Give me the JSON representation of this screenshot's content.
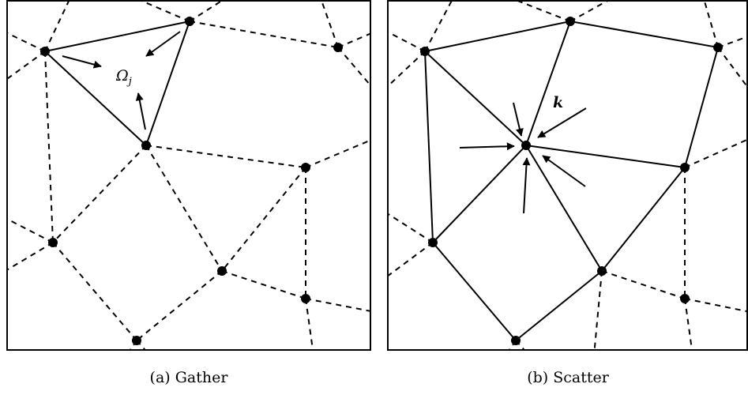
{
  "panels": [
    {
      "caption": "(a)  Gather",
      "label": "Ω",
      "label_sub": "j"
    },
    {
      "caption": "(b) Scatter",
      "label": "k"
    }
  ]
}
